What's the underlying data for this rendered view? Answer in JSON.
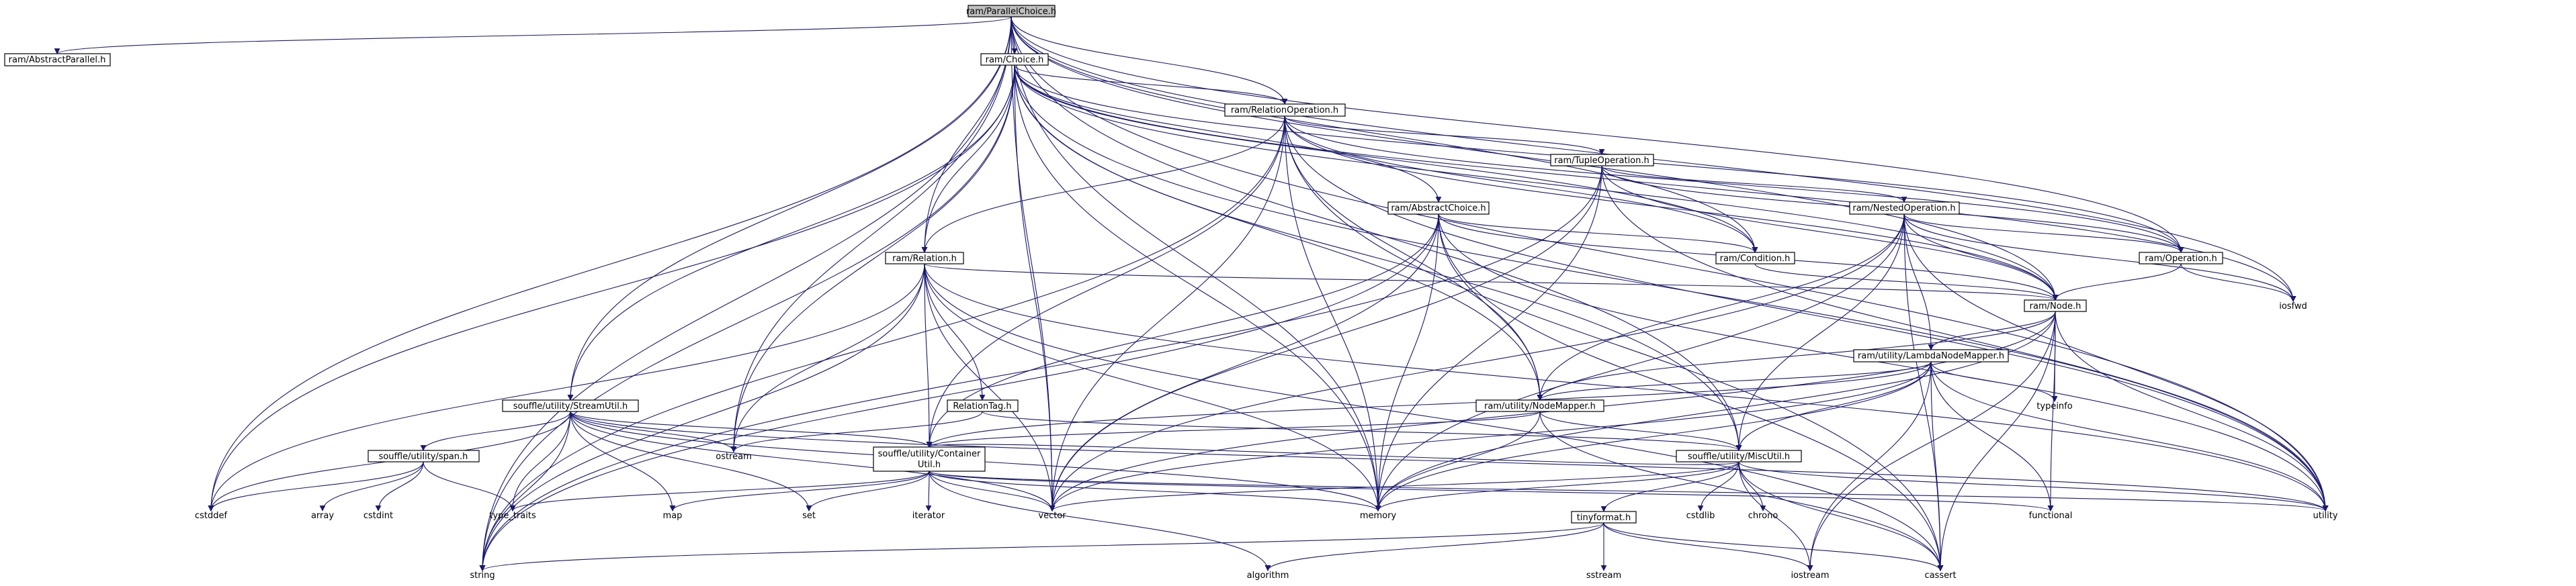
{
  "graph": {
    "root": "ram/ParallelChoice.h",
    "nodes": {
      "n_root": "ram/ParallelChoice.h",
      "n_abspar": "ram/AbstractParallel.h",
      "n_choice": "ram/Choice.h",
      "n_relop": "ram/RelationOperation.h",
      "n_tupleop": "ram/TupleOperation.h",
      "n_abschoice": "ram/AbstractChoice.h",
      "n_nestedop": "ram/NestedOperation.h",
      "n_relation": "ram/Relation.h",
      "n_condition": "ram/Condition.h",
      "n_operation": "ram/Operation.h",
      "n_node": "ram/Node.h",
      "n_iosfwd": "iosfwd",
      "n_lambda": "ram/utility/LambdaNodeMapper.h",
      "n_reltag": "RelationTag.h",
      "n_nodemapper": "ram/utility/NodeMapper.h",
      "n_typeinfo": "typeinfo",
      "n_streamutil": "souffle/utility/StreamUtil.h",
      "n_ostream": "ostream",
      "n_containerutil_1": "souffle/utility/Container",
      "n_containerutil_2": "Util.h",
      "n_miscutil": "souffle/utility/MiscUtil.h",
      "n_span": "souffle/utility/span.h",
      "n_cstddef": "cstddef",
      "n_array": "array",
      "n_cstdint": "cstdint",
      "n_typetraits": "type_traits",
      "n_map": "map",
      "n_set": "set",
      "n_iterator": "iterator",
      "n_vector": "vector",
      "n_memory": "memory",
      "n_functional": "functional",
      "n_utility": "utility",
      "n_cstdlib": "cstdlib",
      "n_chrono": "chrono",
      "n_tinyformat": "tinyformat.h",
      "n_string": "string",
      "n_algorithm": "algorithm",
      "n_sstream": "sstream",
      "n_iostream": "iostream",
      "n_cassert": "cassert"
    },
    "colors": {
      "edge": "#191970",
      "root_fill": "#bfbfbf",
      "node_fill": "#ffffff",
      "border": "#000000"
    }
  }
}
